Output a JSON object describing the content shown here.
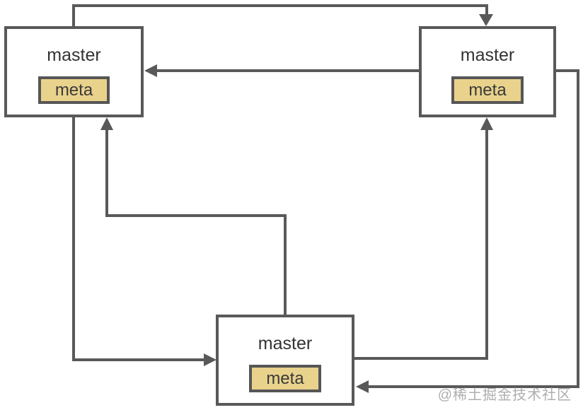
{
  "diagram": {
    "type": "node-link-diagram",
    "description_of_content": "Three master nodes, each containing a meta block, connected by a full bidirectional mesh of arrows (multi-master replication topology)",
    "nodes": [
      {
        "id": "master-top-left",
        "label": "master",
        "sublabel": "meta"
      },
      {
        "id": "master-top-right",
        "label": "master",
        "sublabel": "meta"
      },
      {
        "id": "master-bottom",
        "label": "master",
        "sublabel": "meta"
      }
    ],
    "edges": [
      {
        "from": "master-top-left",
        "to": "master-top-right",
        "route": "up from top of left box, across the top, arrow down into top of right box"
      },
      {
        "from": "master-top-right",
        "to": "master-top-left",
        "route": "straight horizontal, arrow left into right side of left box"
      },
      {
        "from": "master-top-right",
        "to": "master-bottom",
        "route": "out right side, down right edge, arrow left into right side of bottom box"
      },
      {
        "from": "master-bottom",
        "to": "master-top-right",
        "route": "out right side, up, arrow into bottom of right box"
      },
      {
        "from": "master-top-left",
        "to": "master-bottom",
        "route": "down from bottom of left box, right, arrow into left side of bottom box"
      },
      {
        "from": "master-bottom",
        "to": "master-top-left",
        "route": "up from top of bottom box, left, up, arrow into bottom of left box"
      }
    ],
    "colors": {
      "line": "#595959",
      "node_border": "#595959",
      "node_fill": "#ffffff",
      "meta_fill": "#e9d28c",
      "meta_border": "#565656",
      "text": "#333333",
      "watermark": "#9a9a9a"
    },
    "watermark": "@稀土掘金技术社区"
  }
}
